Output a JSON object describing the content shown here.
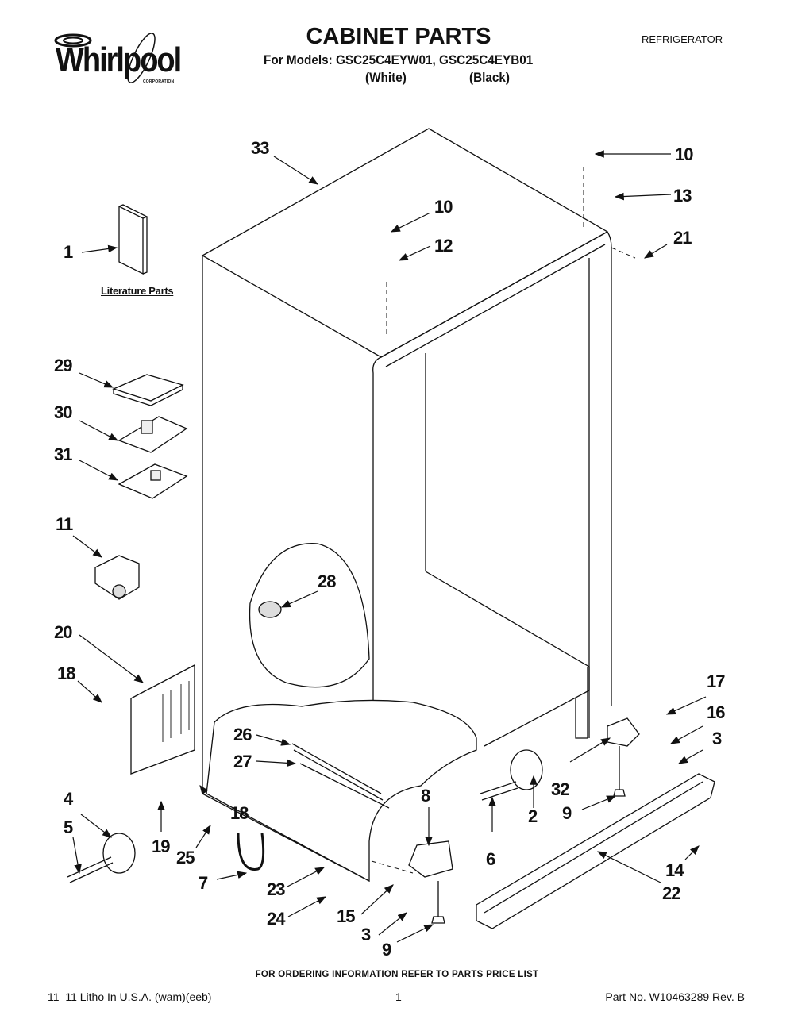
{
  "brand": {
    "name": "Whirlpool",
    "sub": "CORPORATION"
  },
  "header": {
    "title": "CABINET PARTS",
    "models": "For Models: GSC25C4EYW01, GSC25C4EYB01",
    "color_white": "(White)",
    "color_black": "(Black)",
    "category": "REFRIGERATOR"
  },
  "diagram": {
    "literature_label": "Literature Parts",
    "callouts": {
      "c33": "33",
      "c10a": "10",
      "c10b": "10",
      "c13": "13",
      "c12": "12",
      "c21": "21",
      "c1": "1",
      "c29": "29",
      "c30": "30",
      "c31": "31",
      "c11": "11",
      "c28": "28",
      "c20": "20",
      "c18a": "18",
      "c18b": "18",
      "c26": "26",
      "c27": "27",
      "c17": "17",
      "c16": "16",
      "c3a": "3",
      "c3b": "3",
      "c32": "32",
      "c9a": "9",
      "c9b": "9",
      "c8": "8",
      "c4": "4",
      "c5": "5",
      "c19": "19",
      "c25": "25",
      "c7": "7",
      "c23": "23",
      "c24": "24",
      "c15": "15",
      "c6": "6",
      "c2": "2",
      "c14": "14",
      "c22": "22"
    }
  },
  "footer": {
    "order_note": "FOR ORDERING INFORMATION REFER TO PARTS PRICE LIST",
    "litho": "11–11 Litho In U.S.A. (wam)(eeb)",
    "page": "1",
    "part_no": "Part No. W10463289 Rev. B"
  }
}
